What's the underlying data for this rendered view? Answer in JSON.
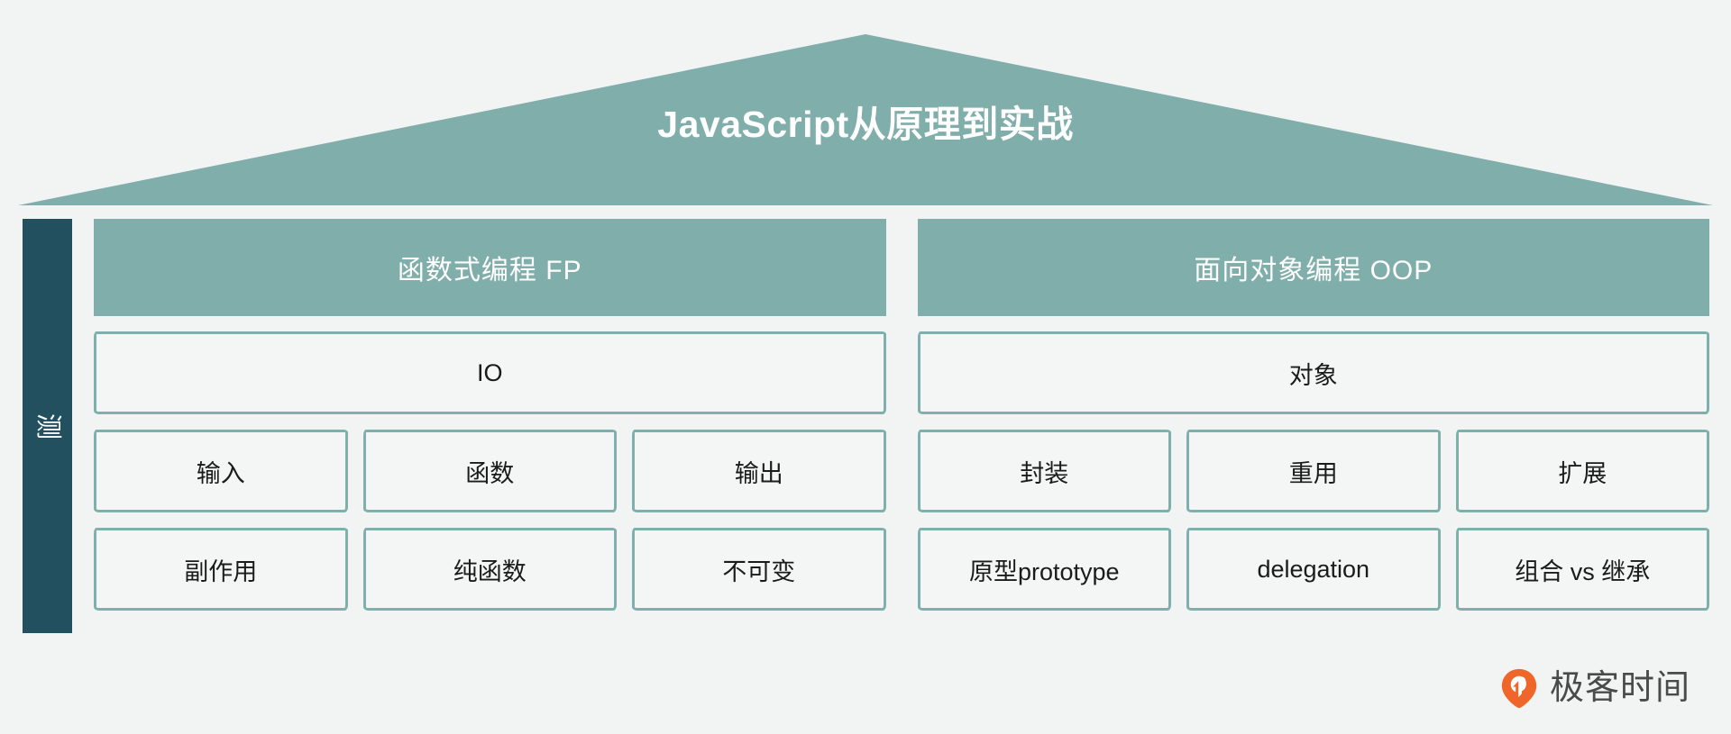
{
  "title": "JavaScript从原理到实战",
  "colors": {
    "background": "#f2f4f4",
    "roof": "#80aeab",
    "header_band": "#80aeab",
    "pillar": "#23505f",
    "box_border": "#7fb0ac",
    "box_fill": "#f4f6f6",
    "text_dark": "#1b1b1b",
    "text_light": "#ffffff",
    "logo_orange": "#f0662a",
    "logo_text": "#4a4a4a"
  },
  "pillar": {
    "label": "测"
  },
  "columns": [
    {
      "header": "函数式编程 FP",
      "wide_row": "IO",
      "rows": [
        [
          "输入",
          "函数",
          "输出"
        ],
        [
          "副作用",
          "纯函数",
          "不可变"
        ]
      ]
    },
    {
      "header": "面向对象编程 OOP",
      "wide_row": "对象",
      "rows": [
        [
          "封装",
          "重用",
          "扩展"
        ],
        [
          "原型prototype",
          "delegation",
          "组合 vs 继承"
        ]
      ]
    }
  ],
  "logo": {
    "icon": "geektime-logo-icon",
    "text": "极客时间"
  }
}
